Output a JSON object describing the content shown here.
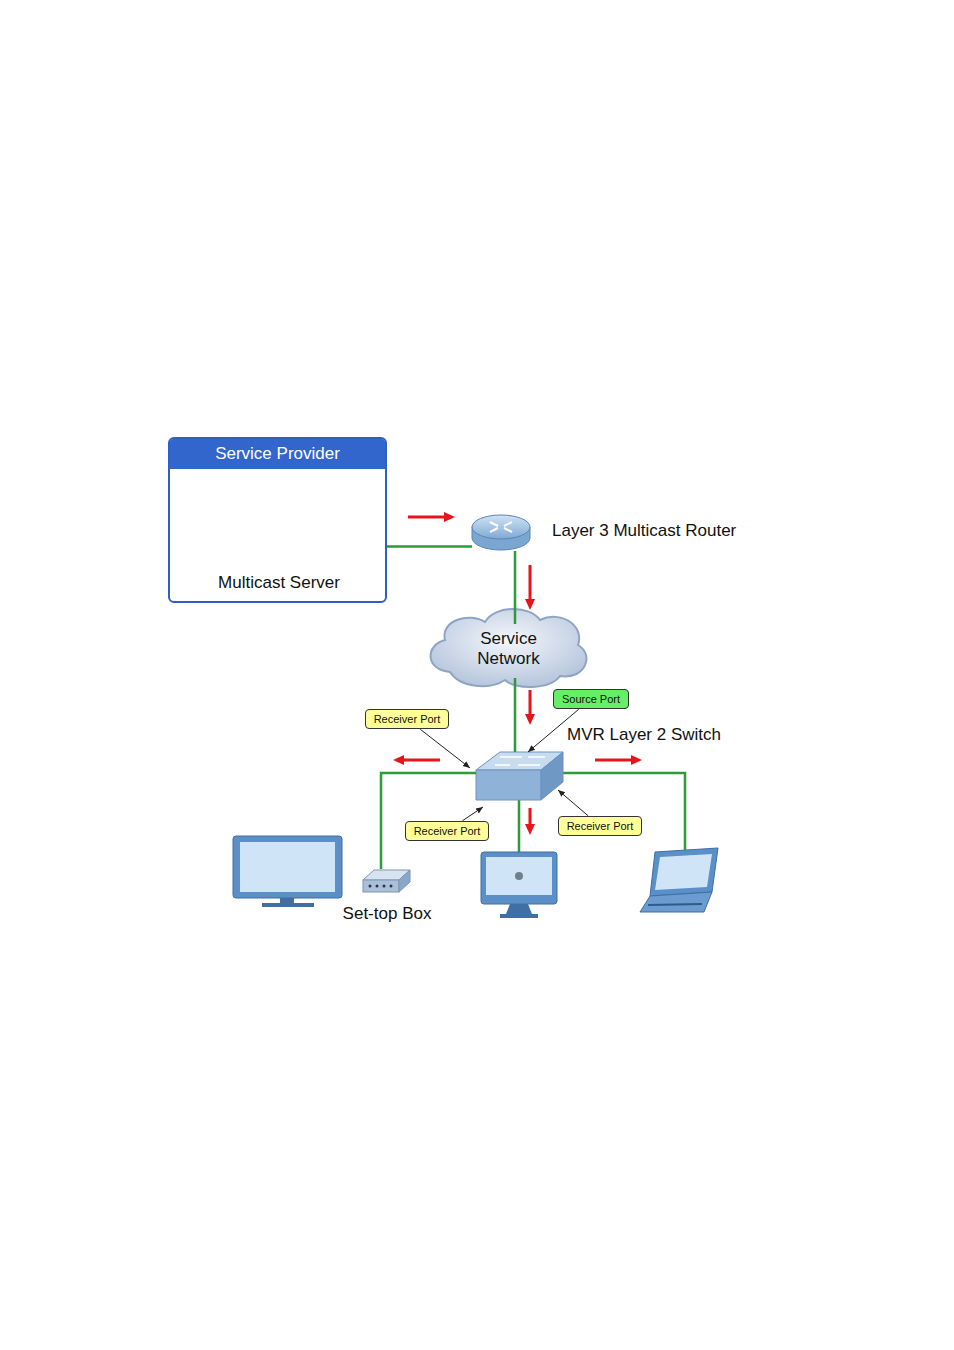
{
  "diagram": {
    "nodes": [
      {
        "text": [
          "Service Provider"
        ]
      },
      {
        "text": [
          "Multicast Server"
        ],
        "in": 0
      },
      {
        "text": [
          "Layer 3 Multicast Router"
        ]
      },
      {
        "text": [
          "Service Network"
        ]
      },
      {
        "text": [
          "Source Port"
        ]
      },
      {
        "text": [
          "Receiver Port"
        ]
      },
      {
        "text": [
          "MVR Layer 2 Switch"
        ]
      },
      {
        "text": [
          "Receiver Port"
        ]
      },
      {
        "text": [
          "Receiver Port"
        ]
      },
      {
        "text": [
          "Set-top Box"
        ]
      }
    ],
    "edges": [
      {
        "from": 1,
        "to": 2,
        "arrow": "none"
      },
      {
        "from": 2,
        "to": 3,
        "arrow": "none"
      },
      {
        "from": 3,
        "to": 6,
        "arrow": "none"
      },
      {
        "from": 6,
        "to": 9,
        "arrow": "none"
      },
      {
        "from": 4,
        "to": 6,
        "arrow": "to"
      },
      {
        "from": 5,
        "to": 6,
        "arrow": "to"
      },
      {
        "from": 7,
        "to": 6,
        "arrow": "to"
      },
      {
        "from": 8,
        "to": 6,
        "arrow": "to"
      }
    ]
  }
}
